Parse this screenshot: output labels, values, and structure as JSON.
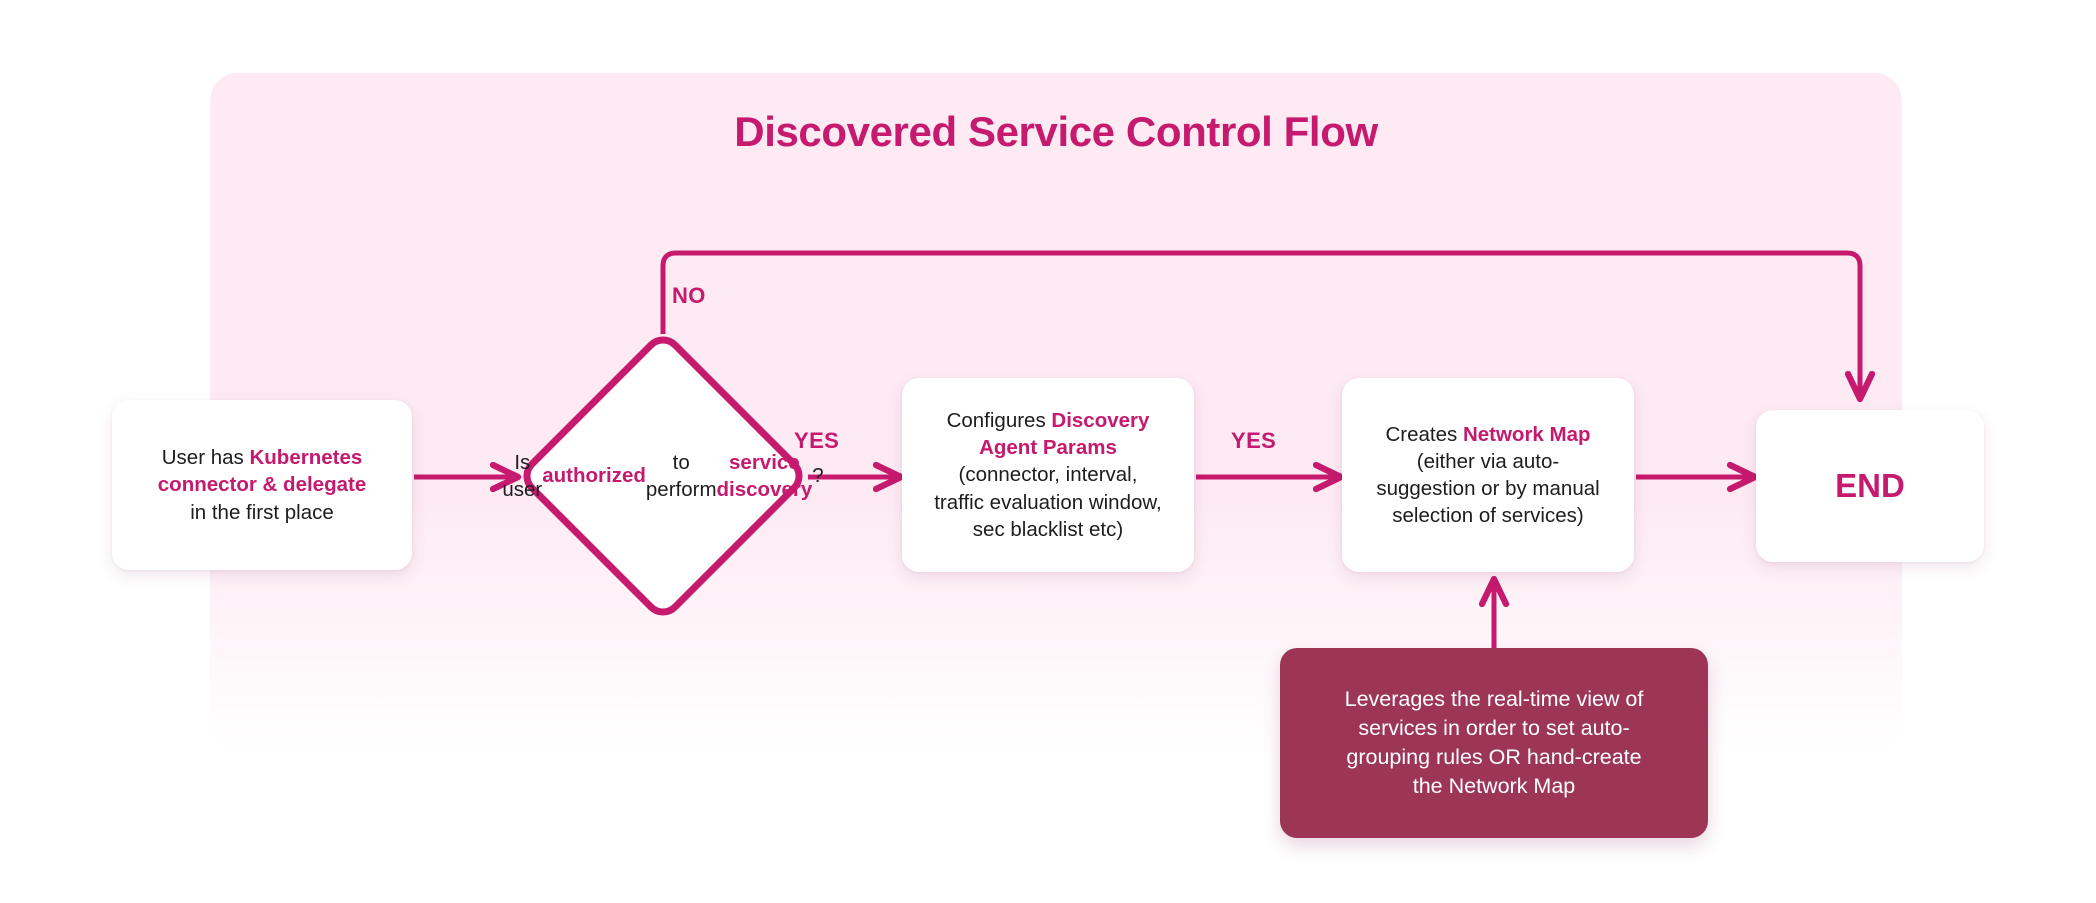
{
  "page": {
    "title": "Discovered Service Control Flow",
    "accent_color": "#c51a6e",
    "panel_background": "#fdeaf3",
    "note_background": "#9d3557",
    "node_background": "#ffffff",
    "text_color": "#1d1d1f"
  },
  "nodes": {
    "start": {
      "id": "start",
      "shape": "rounded-rect",
      "lines": [
        {
          "segments": [
            {
              "text": "User has ",
              "emphasis": false
            },
            {
              "text": "Kubernetes",
              "emphasis": true
            }
          ]
        },
        {
          "segments": [
            {
              "text": "connector & delegate",
              "emphasis": true
            }
          ]
        },
        {
          "segments": [
            {
              "text": "in the first place",
              "emphasis": false
            }
          ]
        }
      ],
      "plain_text": "User has Kubernetes connector & delegate in the first place"
    },
    "decision": {
      "id": "decision",
      "shape": "diamond",
      "lines": [
        {
          "segments": [
            {
              "text": "Is user",
              "emphasis": false
            }
          ]
        },
        {
          "segments": [
            {
              "text": "authorized",
              "emphasis": true
            }
          ]
        },
        {
          "segments": [
            {
              "text": "to perform",
              "emphasis": false
            }
          ]
        },
        {
          "segments": [
            {
              "text": "service discovery",
              "emphasis": true
            },
            {
              "text": "?",
              "emphasis": false
            }
          ]
        }
      ],
      "plain_text": "Is user authorized to perform service discovery?"
    },
    "configure": {
      "id": "configure",
      "shape": "rounded-rect",
      "lines": [
        {
          "segments": [
            {
              "text": "Configures ",
              "emphasis": false
            },
            {
              "text": "Discovery",
              "emphasis": true
            }
          ]
        },
        {
          "segments": [
            {
              "text": "Agent Params",
              "emphasis": true
            }
          ]
        },
        {
          "segments": [
            {
              "text": "(connector, interval,",
              "emphasis": false
            }
          ]
        },
        {
          "segments": [
            {
              "text": "traffic evaluation window,",
              "emphasis": false
            }
          ]
        },
        {
          "segments": [
            {
              "text": "sec blacklist etc)",
              "emphasis": false
            }
          ]
        }
      ],
      "plain_text": "Configures Discovery Agent Params (connector, interval, traffic evaluation window, sec blacklist etc)"
    },
    "network_map": {
      "id": "network_map",
      "shape": "rounded-rect",
      "lines": [
        {
          "segments": [
            {
              "text": "Creates ",
              "emphasis": false
            },
            {
              "text": "Network Map",
              "emphasis": true
            }
          ]
        },
        {
          "segments": [
            {
              "text": "(either via auto-",
              "emphasis": false
            }
          ]
        },
        {
          "segments": [
            {
              "text": "suggestion or by manual",
              "emphasis": false
            }
          ]
        },
        {
          "segments": [
            {
              "text": "selection of services)",
              "emphasis": false
            }
          ]
        }
      ],
      "plain_text": "Creates Network Map (either via auto-suggestion or by manual selection of services)"
    },
    "end": {
      "id": "end",
      "shape": "rounded-rect",
      "label": "END"
    },
    "note": {
      "id": "note",
      "shape": "rounded-rect-dark",
      "lines": [
        "Leverages the real-time view of",
        "services in order to set auto-",
        "grouping rules OR hand-create",
        "the Network Map"
      ],
      "plain_text": "Leverages the real-time view of services in order to set auto-grouping rules OR hand-create the Network Map"
    }
  },
  "edges": [
    {
      "id": "start-to-decision",
      "from": "start",
      "to": "decision",
      "label": ""
    },
    {
      "id": "decision-yes-configure",
      "from": "decision",
      "to": "configure",
      "label": "YES"
    },
    {
      "id": "configure-to-map",
      "from": "configure",
      "to": "network_map",
      "label": "YES"
    },
    {
      "id": "map-to-end",
      "from": "network_map",
      "to": "end",
      "label": ""
    },
    {
      "id": "decision-no-end",
      "from": "decision",
      "to": "end",
      "label": "NO"
    },
    {
      "id": "note-to-map",
      "from": "note",
      "to": "network_map",
      "label": ""
    }
  ]
}
